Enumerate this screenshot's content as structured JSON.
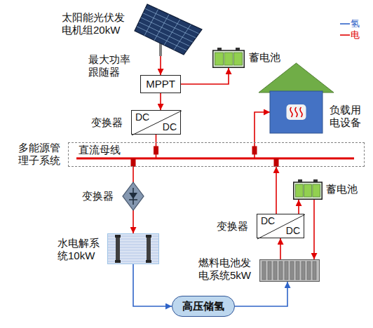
{
  "diagram": {
    "nodes": [
      {
        "text": [
          "太阳能光伏发电机组20kW"
        ]
      },
      {
        "text": [
          "蓄电池"
        ]
      },
      {
        "text": [
          "最大功率跟随器",
          "MPPT"
        ]
      },
      {
        "text": [
          "变换器",
          "DC",
          "DC"
        ]
      },
      {
        "text": [
          "负载用电设备"
        ]
      },
      {
        "text": [
          "多能源管理子系统",
          "直流母线"
        ]
      },
      {
        "text": [
          "变换器"
        ]
      },
      {
        "text": [
          "蓄电池"
        ]
      },
      {
        "text": [
          "变换器",
          "DC",
          "DC"
        ]
      },
      {
        "text": [
          "水电解系统10kW"
        ]
      },
      {
        "text": [
          "燃料电池发电系统5kW"
        ]
      },
      {
        "text": [
          "高压储氢"
        ]
      }
    ],
    "edges": [
      {
        "from": 0,
        "to": 2,
        "arrow": "to"
      },
      {
        "from": 2,
        "to": 1,
        "arrow": "to"
      },
      {
        "from": 2,
        "to": 3,
        "arrow": "to"
      },
      {
        "from": 3,
        "to": 5,
        "arrow": "none"
      },
      {
        "from": 5,
        "to": 4,
        "arrow": "to"
      },
      {
        "from": 5,
        "to": 6,
        "arrow": "none"
      },
      {
        "from": 6,
        "to": 9,
        "arrow": "to"
      },
      {
        "from": 9,
        "to": 11,
        "arrow": "to"
      },
      {
        "from": 11,
        "to": 10,
        "arrow": "to"
      },
      {
        "from": 10,
        "to": 8,
        "arrow": "to"
      },
      {
        "from": 8,
        "to": 5,
        "arrow": "to"
      },
      {
        "from": 8,
        "to": 7,
        "arrow": "to"
      },
      {
        "from": 7,
        "to": 10,
        "arrow": "to"
      }
    ],
    "legend": [
      {
        "text": "氢"
      },
      {
        "text": "电"
      }
    ]
  }
}
